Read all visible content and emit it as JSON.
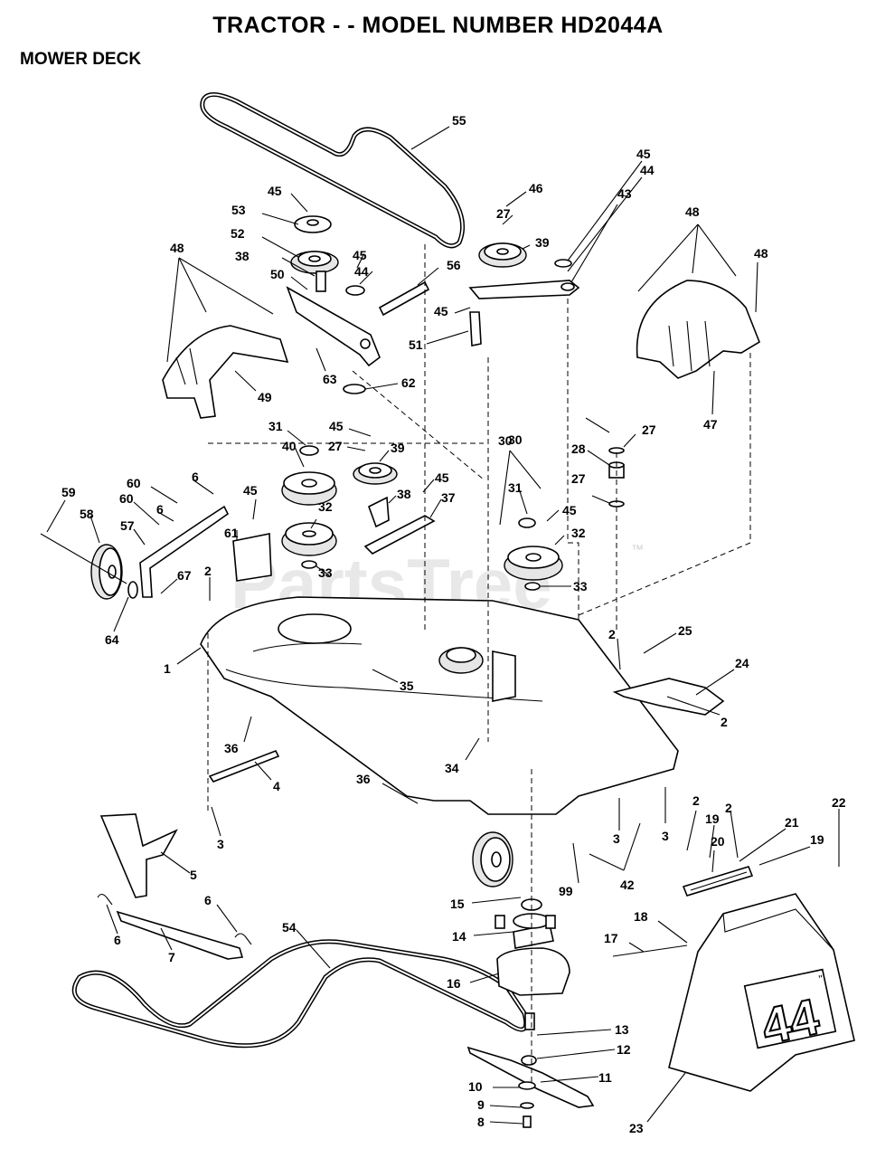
{
  "header": {
    "title": "TRACTOR - - MODEL NUMBER HD2044A",
    "subtitle": "MOWER DECK"
  },
  "watermark": "PartsTree",
  "trademark": "™",
  "deck_badge": "44",
  "deck_badge_superscript": "\"",
  "part_labels": [
    "55",
    "45",
    "53",
    "52",
    "38",
    "50",
    "45",
    "44",
    "56",
    "46",
    "27",
    "39",
    "45",
    "44",
    "43",
    "45",
    "51",
    "48",
    "48",
    "48",
    "63",
    "62",
    "49",
    "47",
    "31",
    "45",
    "27",
    "39",
    "40",
    "45",
    "38",
    "37",
    "30",
    "31",
    "30",
    "45",
    "27",
    "28",
    "27",
    "60",
    "6",
    "59",
    "60",
    "6",
    "58",
    "57",
    "45",
    "61",
    "32",
    "32",
    "2",
    "67",
    "33",
    "33",
    "64",
    "1",
    "35",
    "25",
    "2",
    "24",
    "2",
    "36",
    "4",
    "34",
    "36",
    "3",
    "3",
    "3",
    "42",
    "99",
    "2",
    "19",
    "2",
    "21",
    "22",
    "19",
    "20",
    "5",
    "15",
    "6",
    "14",
    "18",
    "17",
    "6",
    "7",
    "54",
    "16",
    "13",
    "12",
    "11",
    "10",
    "9",
    "8",
    "23"
  ],
  "colors": {
    "background": "#ffffff",
    "ink": "#000000",
    "watermark": "#d9d9d9"
  }
}
